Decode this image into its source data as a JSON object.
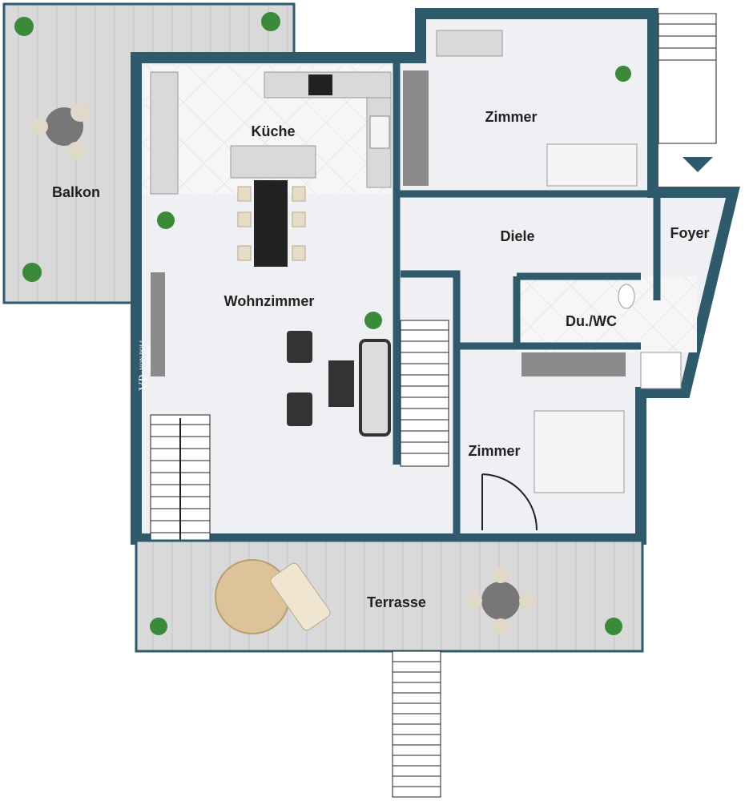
{
  "rooms": {
    "balkon": "Balkon",
    "kueche": "Küche",
    "zimmer_top": "Zimmer",
    "wohnzimmer": "Wohnzimmer",
    "diele": "Diele",
    "foyer": "Foyer",
    "duwc": "Du./WC",
    "zimmer_bottom": "Zimmer",
    "terrasse": "Terrasse"
  },
  "logo": {
    "initials": "VP",
    "name": "VON POLL",
    "sub": "IMMOBILIEN"
  },
  "colors": {
    "wall": "#2e5a6b",
    "floor": "#eef0f3",
    "deck": "#cdcdcd",
    "tile": "#f3f3f3"
  }
}
